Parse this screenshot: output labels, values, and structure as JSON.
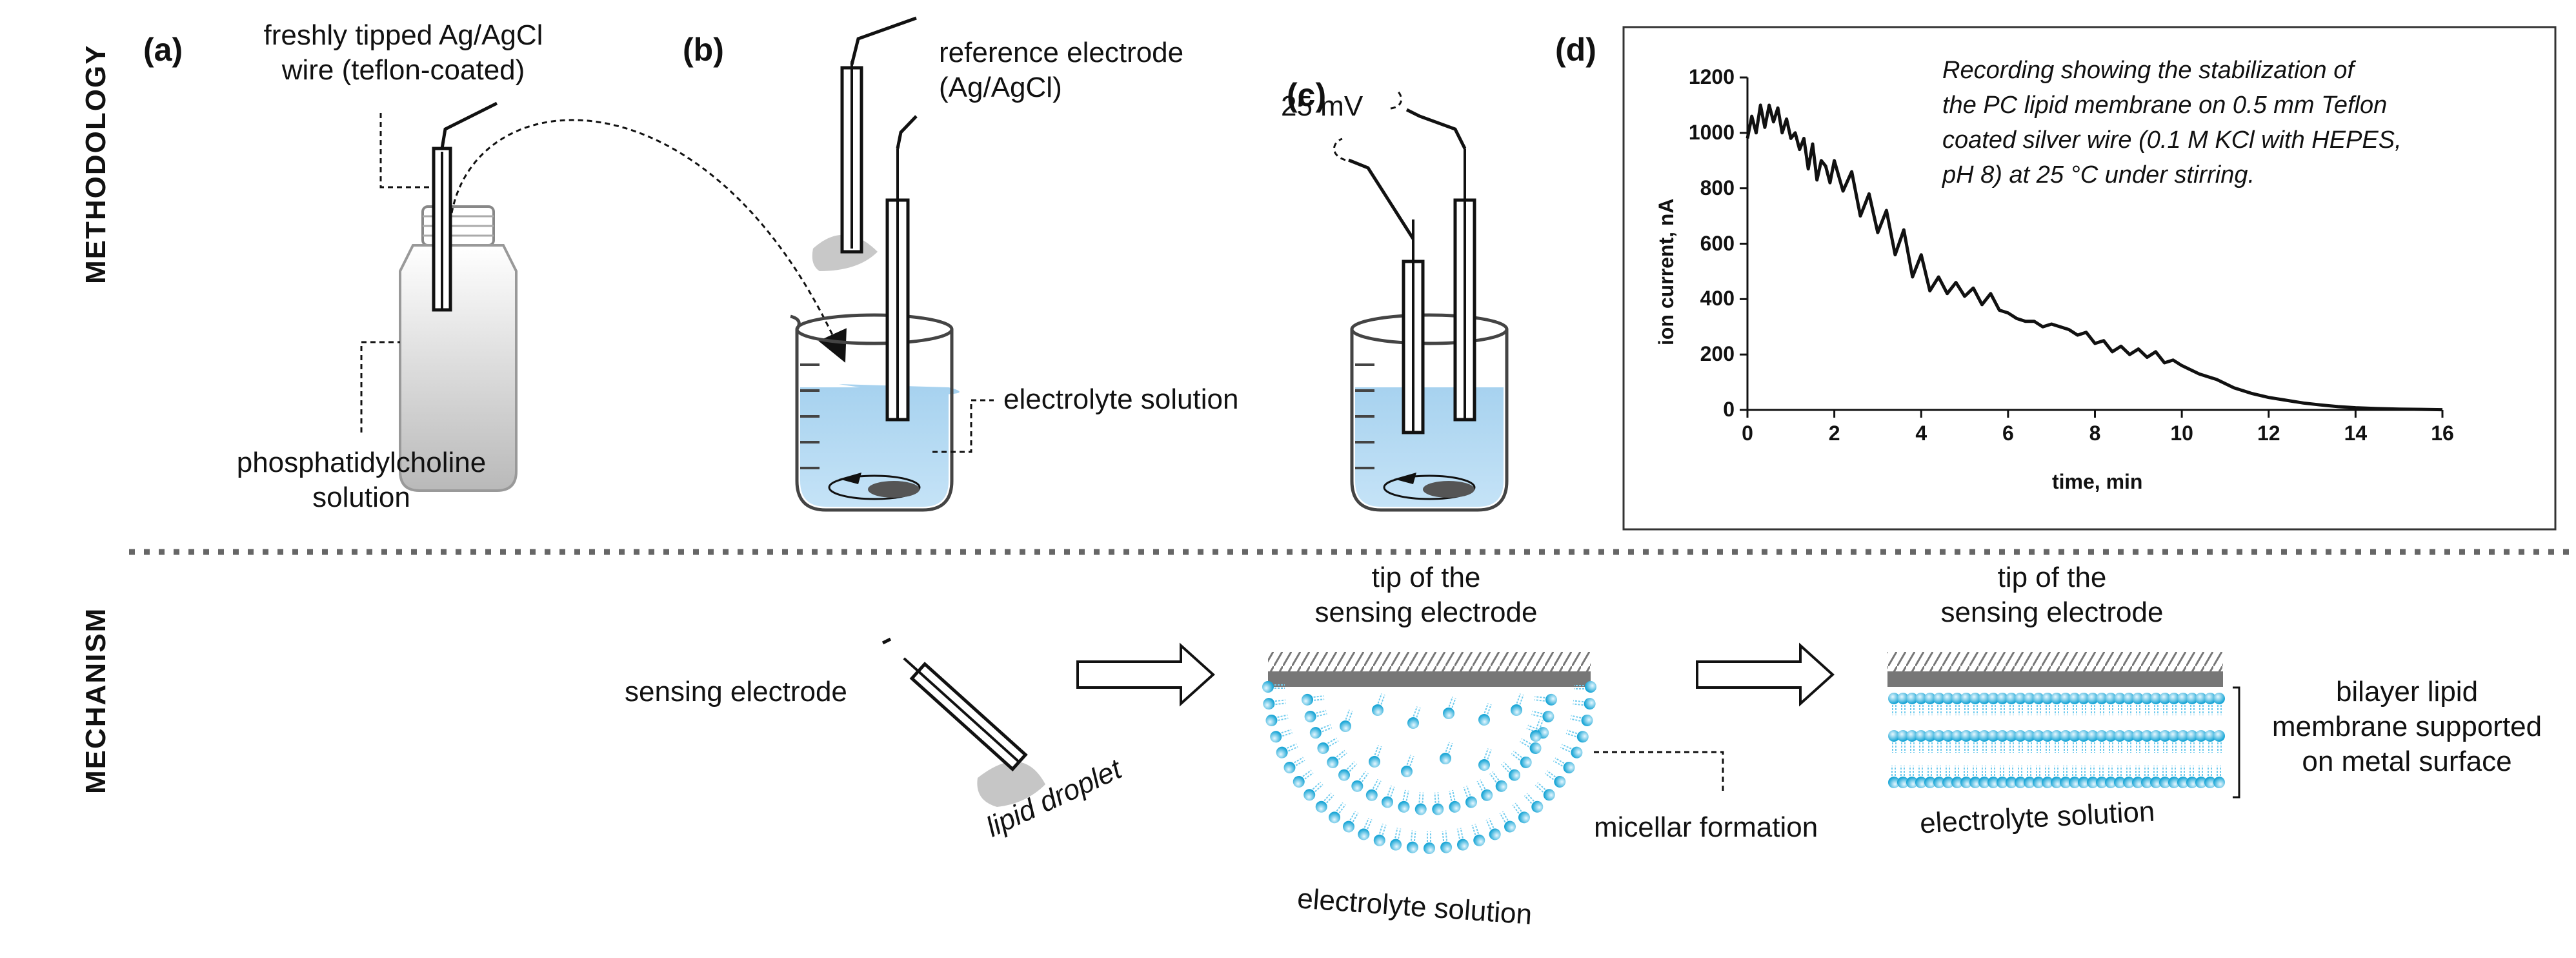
{
  "sections": {
    "top": "METHODOLOGY",
    "bottom": "MECHANISM"
  },
  "panel_letters": [
    "(a)",
    "(b)",
    "(c)",
    "(d)"
  ],
  "panel_a": {
    "label_line1": "freshly tipped Ag/AgCl",
    "label_line2": "wire (teflon-coated)",
    "solution_line1": "phosphatidylcholine",
    "solution_line2": "solution"
  },
  "panel_b": {
    "ref_line1": "reference electrode",
    "ref_line2": "(Ag/AgCl)",
    "electrolyte": "electrolyte solution"
  },
  "panel_c": {
    "voltage": "25 mV"
  },
  "mechanism": {
    "sensing_electrode": "sensing electrode",
    "lipid_droplet": "lipid droplet",
    "tip_line1": "tip of the",
    "tip_line2": "sensing electrode",
    "micellar": "micellar formation",
    "electrolyte": "electrolyte solution",
    "bilayer_line1": "bilayer lipid",
    "bilayer_line2": "membrane supported",
    "bilayer_line3": "on metal surface"
  },
  "chart_data": {
    "type": "line",
    "annotation": [
      "Recording showing the stabilization of",
      "the PC lipid membrane on 0.5 mm Teflon",
      "coated silver wire (0.1 M KCl with HEPES,",
      "pH 8) at 25 °C under stirring."
    ],
    "xlabel": "time, min",
    "ylabel": "ion current, nA",
    "xlim": [
      0,
      16
    ],
    "ylim": [
      0,
      1200
    ],
    "xticks": [
      0,
      2,
      4,
      6,
      8,
      10,
      12,
      14,
      16
    ],
    "yticks": [
      0,
      200,
      400,
      600,
      800,
      1000,
      1200
    ],
    "grid": false,
    "series": [
      {
        "x": [
          0,
          0.1,
          0.2,
          0.3,
          0.4,
          0.5,
          0.6,
          0.7,
          0.8,
          0.9,
          1.0,
          1.1,
          1.2,
          1.3,
          1.4,
          1.5,
          1.6,
          1.7,
          1.8,
          1.9,
          2.0,
          2.2,
          2.4,
          2.6,
          2.8,
          3.0,
          3.2,
          3.4,
          3.6,
          3.8,
          4.0,
          4.2,
          4.4,
          4.6,
          4.8,
          5.0,
          5.2,
          5.4,
          5.6,
          5.8,
          6.0,
          6.2,
          6.4,
          6.6,
          6.8,
          7.0,
          7.2,
          7.4,
          7.6,
          7.8,
          8.0,
          8.2,
          8.4,
          8.6,
          8.8,
          9.0,
          9.2,
          9.4,
          9.6,
          9.8,
          10.0,
          10.4,
          10.8,
          11.2,
          11.6,
          12.0,
          12.4,
          12.8,
          13.2,
          13.6,
          14.0,
          14.5,
          15.0,
          15.5,
          16.0
        ],
        "values": [
          980,
          1060,
          1000,
          1100,
          1020,
          1100,
          1040,
          1090,
          1000,
          1050,
          980,
          1000,
          940,
          980,
          870,
          960,
          830,
          900,
          880,
          820,
          900,
          790,
          860,
          700,
          780,
          640,
          720,
          560,
          650,
          480,
          560,
          430,
          480,
          420,
          460,
          410,
          440,
          380,
          420,
          360,
          350,
          330,
          320,
          320,
          300,
          310,
          300,
          290,
          270,
          280,
          240,
          250,
          210,
          230,
          200,
          220,
          190,
          210,
          170,
          180,
          160,
          130,
          110,
          80,
          60,
          45,
          35,
          25,
          18,
          12,
          8,
          5,
          3,
          2,
          1
        ]
      }
    ]
  }
}
